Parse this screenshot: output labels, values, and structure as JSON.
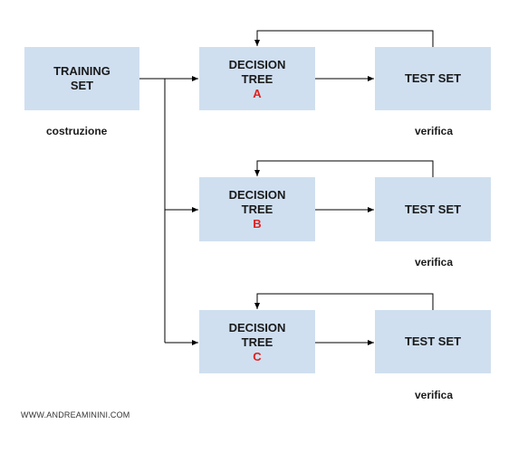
{
  "training": {
    "line1": "TRAINING",
    "line2": "SET"
  },
  "caption_build": "costruzione",
  "trees": [
    {
      "line1": "DECISION",
      "line2": "TREE",
      "tag": "A",
      "test": "TEST SET",
      "caption": "verifica"
    },
    {
      "line1": "DECISION",
      "line2": "TREE",
      "tag": "B",
      "test": "TEST SET",
      "caption": "verifica"
    },
    {
      "line1": "DECISION",
      "line2": "TREE",
      "tag": "C",
      "test": "TEST SET",
      "caption": "verifica"
    }
  ],
  "footer": "WWW.ANDREAMININI.COM",
  "colors": {
    "box": "#cfdff0",
    "tag": "#e0201e",
    "line": "#000000"
  }
}
